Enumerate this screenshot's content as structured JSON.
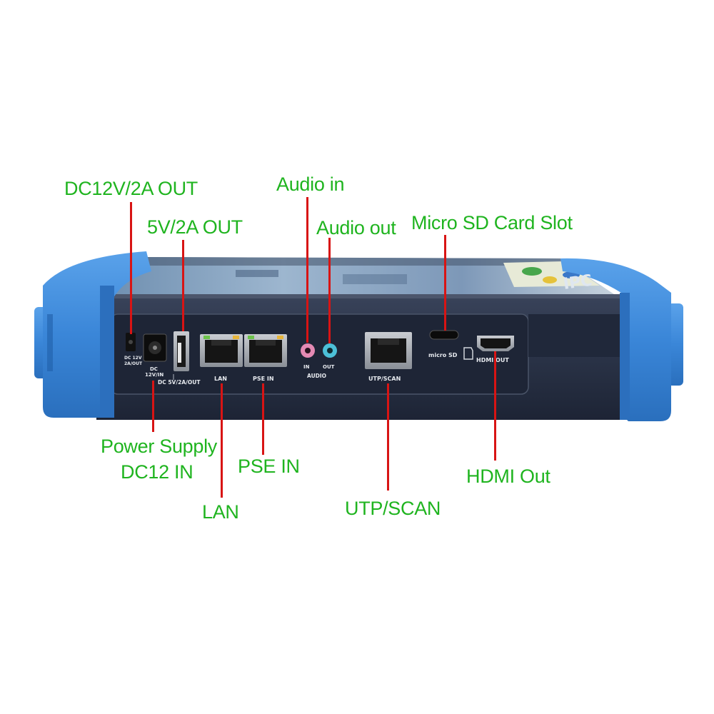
{
  "callouts": {
    "dc12v_out": "DC12V/2A OUT",
    "usb_5v_out": "5V/2A OUT",
    "audio_in": "Audio in",
    "audio_out": "Audio out",
    "micro_sd": "Micro SD Card Slot",
    "power_supply_line1": "Power Supply",
    "power_supply_line2": "DC12 IN",
    "pse_in": "PSE IN",
    "lan": "LAN",
    "utp_scan": "UTP/SCAN",
    "hdmi_out": "HDMI Out"
  },
  "panel_labels": {
    "dc_out_line1": "DC 12V",
    "dc_out_line2": "2A/OUT",
    "dc_in_line1": "DC",
    "dc_in_line2": "12V/IN",
    "usb": "DC 5V/2A/OUT",
    "lan": "LAN",
    "pse_in": "PSE IN",
    "audio_in": "IN",
    "audio_out": "OUT",
    "audio": "AUDIO",
    "utp_scan": "UTP/SCAN",
    "micro_sd": "micro SD",
    "hdmi_out": "HDMI OUT"
  },
  "screen_logo": "IPC",
  "colors": {
    "callout_text": "#1fb41f",
    "leader_line": "#d81414",
    "bumper_blue": "#3a86d8",
    "panel_dark": "#262f42",
    "audio_in_jack": "#e48ab4",
    "audio_out_jack": "#4cc0d8"
  }
}
